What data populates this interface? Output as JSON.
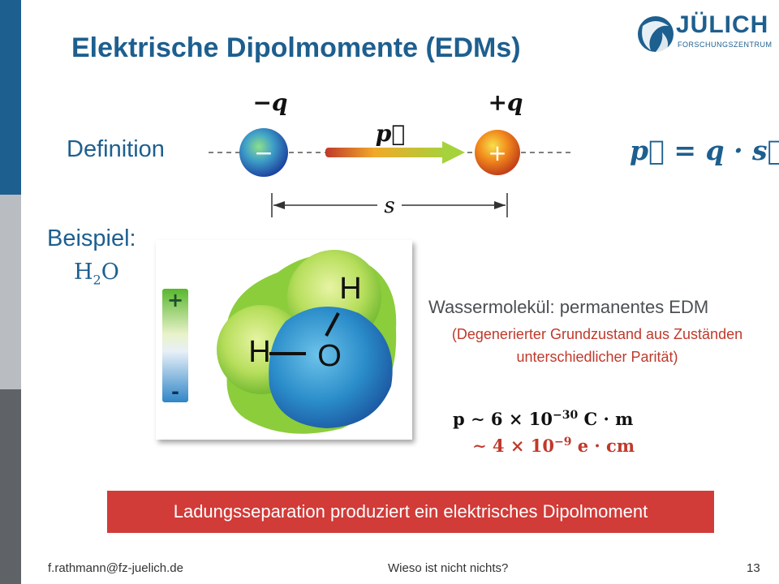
{
  "slide": {
    "title": "Elektrische Dipolmomente (EDMs)",
    "logo": {
      "name": "JÜLICH",
      "sub": "FORSCHUNGSZENTRUM"
    },
    "definition_label": "Definition",
    "formula": "p⃗ = q · s⃗",
    "dipole": {
      "neg_charge": "−q",
      "pos_charge": "+q",
      "vector_label": "p⃗",
      "neg_sign": "−",
      "pos_sign": "+",
      "distance_label": "s"
    },
    "example_label": "Beispiel:",
    "example_molecule": {
      "base": "H",
      "sub": "2",
      "end": "O"
    },
    "water_image": {
      "scale_plus": "+",
      "scale_minus": "-",
      "atom_h1": "H",
      "atom_h2": "H",
      "atom_o": "O"
    },
    "info_title": "Wassermolekül: permanentes EDM",
    "info_sub": "(Degenerierter Grundzustand aus Zuständen unterschiedlicher Parität)",
    "eq1": {
      "lead": "p ∼ 6 × 10",
      "exp": "−30",
      "unit": " C · m"
    },
    "eq2": {
      "lead": "∼ 4 × 10",
      "exp": "−9",
      "unit": " e · cm"
    },
    "banner": "Ladungsseparation produziert ein elektrisches Dipolmoment",
    "footer": {
      "email": "f.rathmann@fz-juelich.de",
      "topic": "Wieso ist nicht nichts?",
      "page": "13"
    }
  },
  "colors": {
    "brand_blue": "#1d5f8f",
    "accent_red": "#d13b38",
    "side_gray_light": "#b9bdc1",
    "side_gray_dark": "#5f6266"
  }
}
